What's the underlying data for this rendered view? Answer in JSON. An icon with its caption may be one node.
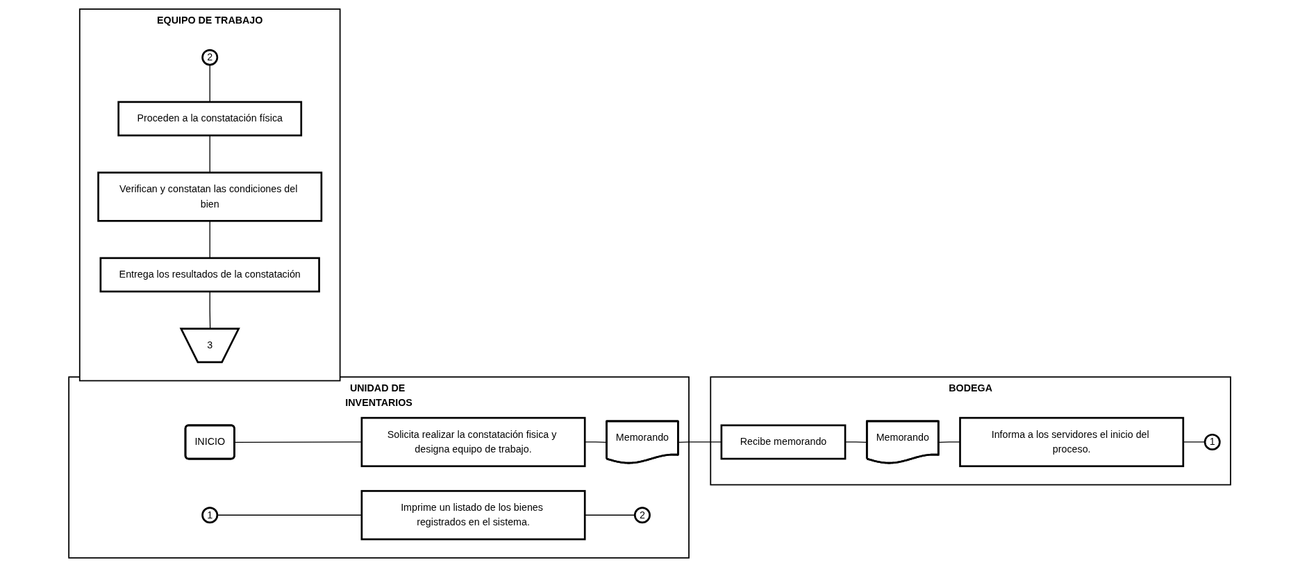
{
  "diagram": {
    "nodes": [
      {
        "text": [
          "UNIDAD DE INVENTARIOS"
        ]
      },
      {
        "text": [
          "INICIO"
        ],
        "in": 0
      },
      {
        "text": [
          "Solicita realizar la constatación fisica y designa equipo de trabajo."
        ],
        "in": 0
      },
      {
        "text": [
          "Memorando"
        ],
        "in": 0
      },
      {
        "text": [
          "1"
        ],
        "in": 0
      },
      {
        "text": [
          "Imprime un listado de los bienes registrados en el sistema."
        ],
        "in": 0
      },
      {
        "text": [
          "2"
        ],
        "in": 0
      },
      {
        "text": [
          "BODEGA"
        ]
      },
      {
        "text": [
          "Recibe memorando"
        ],
        "in": 7
      },
      {
        "text": [
          "Memorando"
        ],
        "in": 7
      },
      {
        "text": [
          "Informa a los servidores el inicio del proceso."
        ],
        "in": 7
      },
      {
        "text": [
          "1"
        ],
        "in": 7
      },
      {
        "text": [
          "EQUIPO DE TRABAJO"
        ]
      },
      {
        "text": [
          "2"
        ],
        "in": 12
      },
      {
        "text": [
          "Proceden a la constatación física"
        ],
        "in": 12
      },
      {
        "text": [
          "Verifican y constatan las condiciones del bien"
        ],
        "in": 12
      },
      {
        "text": [
          "Entrega los resultados de la constatación"
        ],
        "in": 12
      },
      {
        "text": [
          "3"
        ],
        "in": 12
      }
    ],
    "edges": [
      {
        "from": 1,
        "to": 2,
        "arrow": "none"
      },
      {
        "from": 2,
        "to": 3,
        "arrow": "none"
      },
      {
        "from": 3,
        "to": 8,
        "arrow": "none"
      },
      {
        "from": 4,
        "to": 5,
        "arrow": "none"
      },
      {
        "from": 5,
        "to": 6,
        "arrow": "none"
      },
      {
        "from": 8,
        "to": 9,
        "arrow": "none"
      },
      {
        "from": 9,
        "to": 10,
        "arrow": "none"
      },
      {
        "from": 10,
        "to": 11,
        "arrow": "none"
      },
      {
        "from": 13,
        "to": 14,
        "arrow": "none"
      },
      {
        "from": 14,
        "to": 15,
        "arrow": "none"
      },
      {
        "from": 15,
        "to": 16,
        "arrow": "none"
      },
      {
        "from": 16,
        "to": 17,
        "arrow": "none"
      }
    ]
  }
}
